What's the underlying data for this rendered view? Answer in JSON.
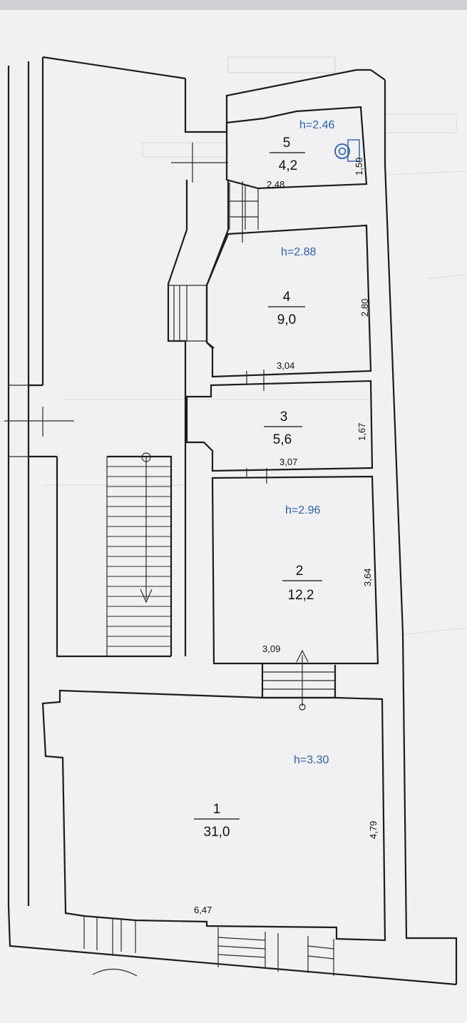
{
  "rooms": [
    {
      "id": "1",
      "number": "1",
      "area": "31,0",
      "height": "h=3.30",
      "width": "6,47",
      "depth": "4,79"
    },
    {
      "id": "2",
      "number": "2",
      "area": "12,2",
      "height": "h=2.96",
      "width": "3,09",
      "depth": "3,64"
    },
    {
      "id": "3",
      "number": "3",
      "area": "5,6",
      "height": "",
      "width": "3,07",
      "depth": "1,67"
    },
    {
      "id": "4",
      "number": "4",
      "area": "9,0",
      "height": "h=2.88",
      "width": "3,04",
      "depth": "2,80"
    },
    {
      "id": "5",
      "number": "5",
      "area": "4,2",
      "height": "h=2.46",
      "width": "2,48",
      "depth": "1,50"
    }
  ],
  "colors": {
    "paper": "#f1f1f3",
    "wall": "#1c1c1c",
    "height_label": "#2a5fb0"
  },
  "icons": {
    "boiler": "circled-target-icon",
    "stair_arrow": "arrow-icon"
  }
}
